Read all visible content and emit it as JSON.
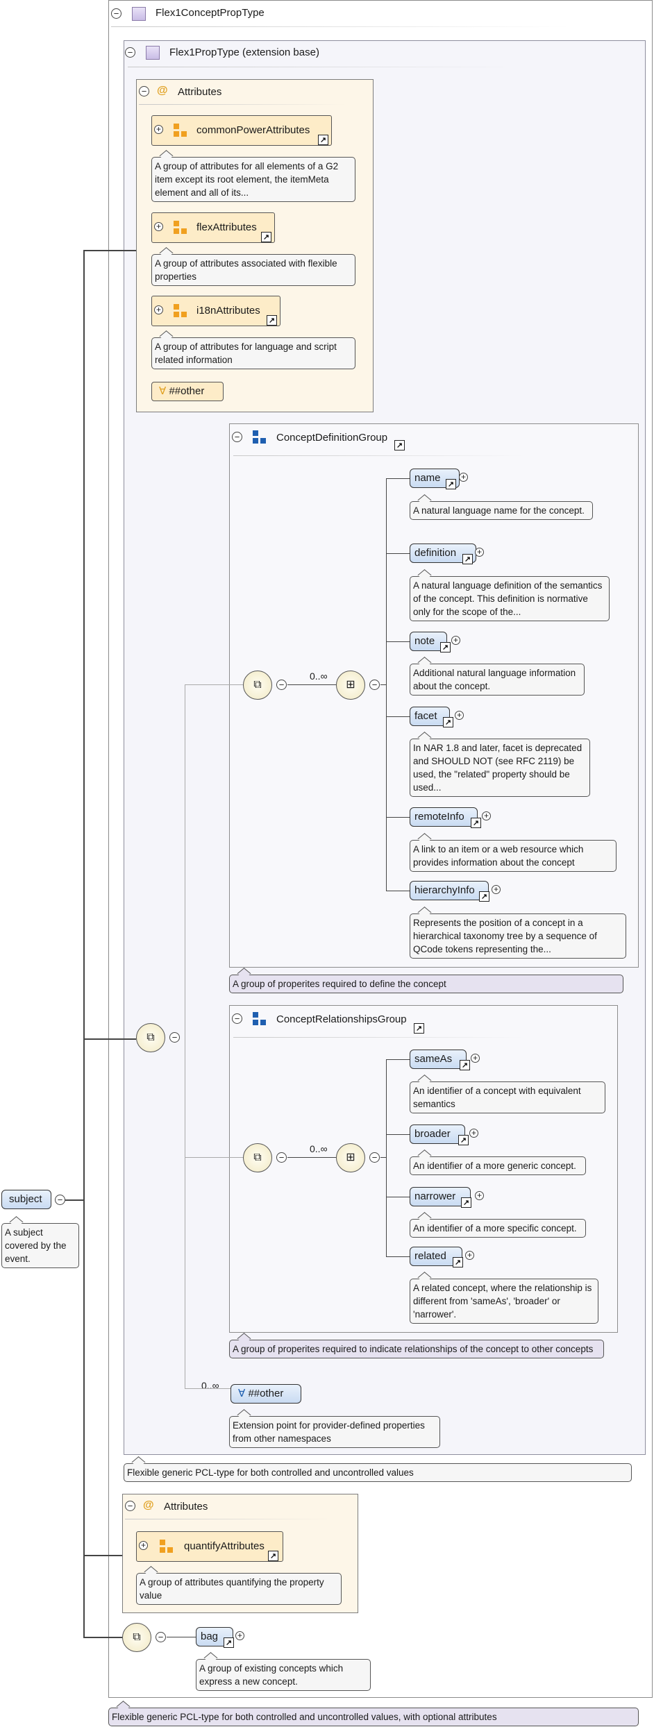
{
  "root_type": {
    "name": "Flex1ConceptPropType",
    "note": "Flexible generic PCL-type for both controlled and uncontrolled values, with optional attributes"
  },
  "base_type": {
    "name": "Flex1PropType (extension base)",
    "note": "Flexible generic PCL-type for both controlled and uncontrolled values"
  },
  "attributes_1": {
    "label": "Attributes",
    "groups": [
      {
        "name": "commonPowerAttributes",
        "note": "A group of attributes for all elements of a G2 item except its root element, the itemMeta element and all of its..."
      },
      {
        "name": "flexAttributes",
        "note": "A group of attributes associated with flexible properties"
      },
      {
        "name": "i18nAttributes",
        "note": "A group of attributes for language and script related information"
      }
    ],
    "any_attr": "##other"
  },
  "concept_definition_group": {
    "name": "ConceptDefinitionGroup",
    "cardinality": "0..∞",
    "note": "A group of properites required to define the concept",
    "elements": [
      {
        "name": "name",
        "note": "A natural language name for the concept."
      },
      {
        "name": "definition",
        "note": "A natural language definition of the semantics of the concept. This definition is normative only for the scope of the..."
      },
      {
        "name": "note",
        "note": "Additional natural language information about the concept."
      },
      {
        "name": "facet",
        "note": "In NAR 1.8 and later, facet is deprecated and SHOULD NOT (see RFC 2119) be used, the \"related\" property should be used..."
      },
      {
        "name": "remoteInfo",
        "note": "A link to an item or a web resource which provides information about the concept"
      },
      {
        "name": "hierarchyInfo",
        "note": "Represents the position of a concept in a hierarchical taxonomy tree by a sequence of QCode tokens representing the..."
      }
    ]
  },
  "concept_relationships_group": {
    "name": "ConceptRelationshipsGroup",
    "cardinality": "0..∞",
    "note": "A group of properites required to indicate relationships of the concept to other concepts",
    "elements": [
      {
        "name": "sameAs",
        "note": "An identifier of a concept with equivalent semantics"
      },
      {
        "name": "broader",
        "note": "An identifier of a more generic concept."
      },
      {
        "name": "narrower",
        "note": "An identifier of a more specific concept."
      },
      {
        "name": "related",
        "note": "A related concept, where the relationship is different from 'sameAs', 'broader' or 'narrower'."
      }
    ]
  },
  "any_other": {
    "cardinality": "0..∞",
    "label": "##other",
    "note": "Extension point for provider-defined properties from other namespaces"
  },
  "attributes_2": {
    "label": "Attributes",
    "groups": [
      {
        "name": "quantifyAttributes",
        "note": "A group of attributes quantifying the property value"
      }
    ]
  },
  "bag": {
    "name": "bag",
    "note": "A group of existing concepts which express a new concept."
  },
  "subject": {
    "name": "subject",
    "note": "A subject covered by the event."
  }
}
